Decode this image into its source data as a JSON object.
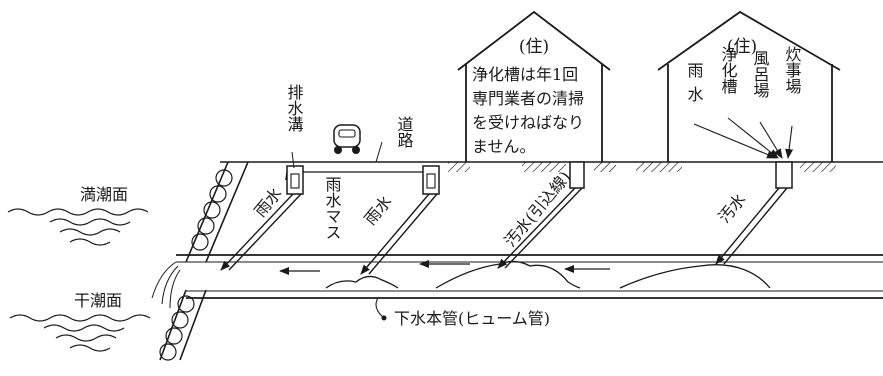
{
  "labels": {
    "house_left_tag": "(住)",
    "house_left_note": [
      "浄化槽は年1回",
      "専門業者の清掃",
      "を受けねばなり",
      "ません。"
    ],
    "house_right_tag": "(住)",
    "house_right_items": [
      "雨水",
      "浄化槽",
      "風呂場",
      "炊事場"
    ],
    "drain_ditch": "排水溝",
    "road": "道路",
    "rain_basin": "雨水マス",
    "rain_1": "雨水",
    "rain_2": "雨水",
    "sewage_lead": "汚水(引込線)",
    "sewage_2": "汚水",
    "high_tide": "満潮面",
    "low_tide": "干潮面",
    "main_pipe": "下水本管(ヒューム管)"
  }
}
